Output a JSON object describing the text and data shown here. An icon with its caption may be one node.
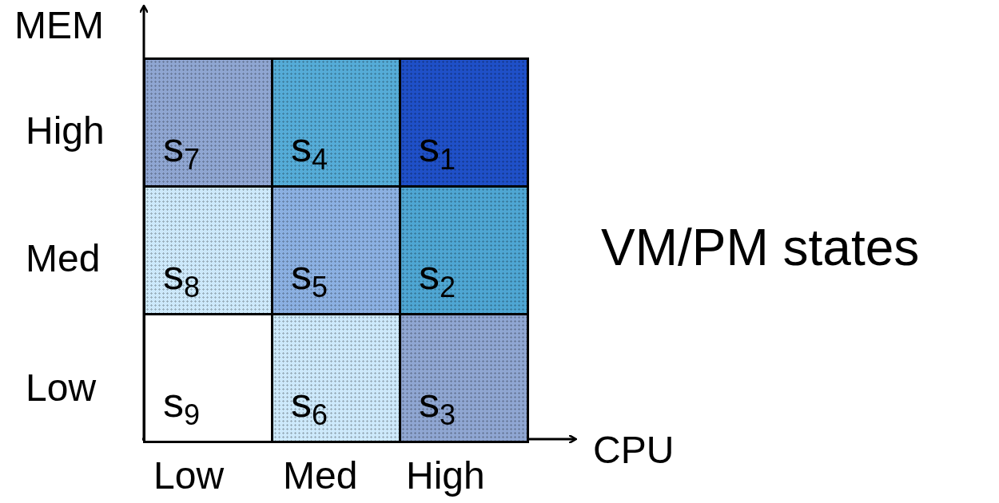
{
  "diagram": {
    "nodes": [
      {
        "text": [
          "s$_{7}$"
        ]
      },
      {
        "text": [
          "s$_{4}$"
        ]
      },
      {
        "text": [
          "s$_{1}$"
        ]
      },
      {
        "text": [
          "s$_{8}$"
        ]
      },
      {
        "text": [
          "s$_{5}$"
        ]
      },
      {
        "text": [
          "s$_{2}$"
        ]
      },
      {
        "text": [
          "s$_{9}$"
        ]
      },
      {
        "text": [
          "s$_{6}$"
        ]
      },
      {
        "text": [
          "s$_{3}$"
        ]
      }
    ],
    "labels": [
      "MEM",
      "High",
      "Med",
      "Low",
      "VM/PM states",
      "CPU",
      "Low",
      "Med",
      "High"
    ]
  }
}
